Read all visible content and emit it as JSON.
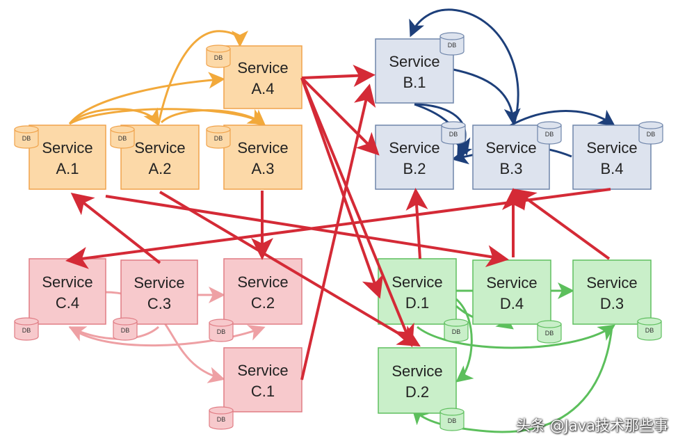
{
  "service_word": "Service",
  "db_label": "DB",
  "watermark": "头条 @Java技术那些事",
  "colors": {
    "a_fill": "#fcd9a8",
    "a_stroke": "#f0a24a",
    "a_arrow": "#f2a93b",
    "b_fill": "#dde3ee",
    "b_stroke": "#6f85aa",
    "b_arrow": "#1d3f7a",
    "c_fill": "#f7c9cc",
    "c_stroke": "#e07c84",
    "c_arrow": "#eea0a4",
    "d_fill": "#c9efc9",
    "d_stroke": "#5fbf5f",
    "d_arrow": "#5cbf5c",
    "cross_arrow": "#d42a36"
  },
  "services": [
    {
      "id": "A.1",
      "group": "a"
    },
    {
      "id": "A.2",
      "group": "a"
    },
    {
      "id": "A.3",
      "group": "a"
    },
    {
      "id": "A.4",
      "group": "a"
    },
    {
      "id": "B.1",
      "group": "b"
    },
    {
      "id": "B.2",
      "group": "b"
    },
    {
      "id": "B.3",
      "group": "b"
    },
    {
      "id": "B.4",
      "group": "b"
    },
    {
      "id": "C.1",
      "group": "c"
    },
    {
      "id": "C.2",
      "group": "c"
    },
    {
      "id": "C.3",
      "group": "c"
    },
    {
      "id": "C.4",
      "group": "c"
    },
    {
      "id": "D.1",
      "group": "d"
    },
    {
      "id": "D.2",
      "group": "d"
    },
    {
      "id": "D.3",
      "group": "d"
    },
    {
      "id": "D.4",
      "group": "d"
    }
  ]
}
